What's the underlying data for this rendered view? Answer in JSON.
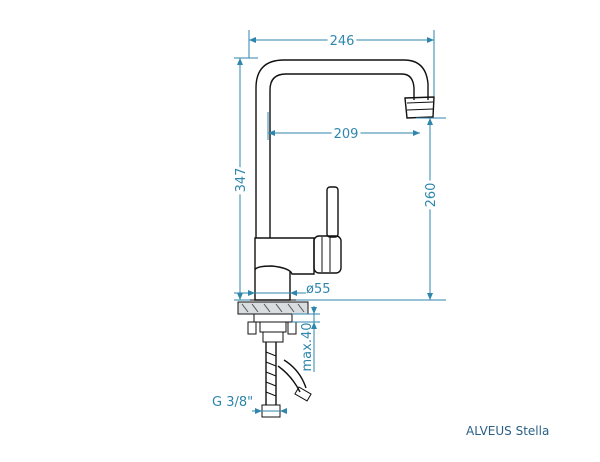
{
  "dimensions": {
    "total_width": "246",
    "spout_reach": "209",
    "total_height": "347",
    "outlet_height": "260",
    "base_diameter": "ø55",
    "max_thickness": "max.40"
  },
  "connection": {
    "thread": "G 3/8\""
  },
  "product": {
    "name": "ALVEUS Stella"
  },
  "colors": {
    "dimension": "#2f86ad",
    "outline": "#111111",
    "label": "#2a5f86"
  }
}
